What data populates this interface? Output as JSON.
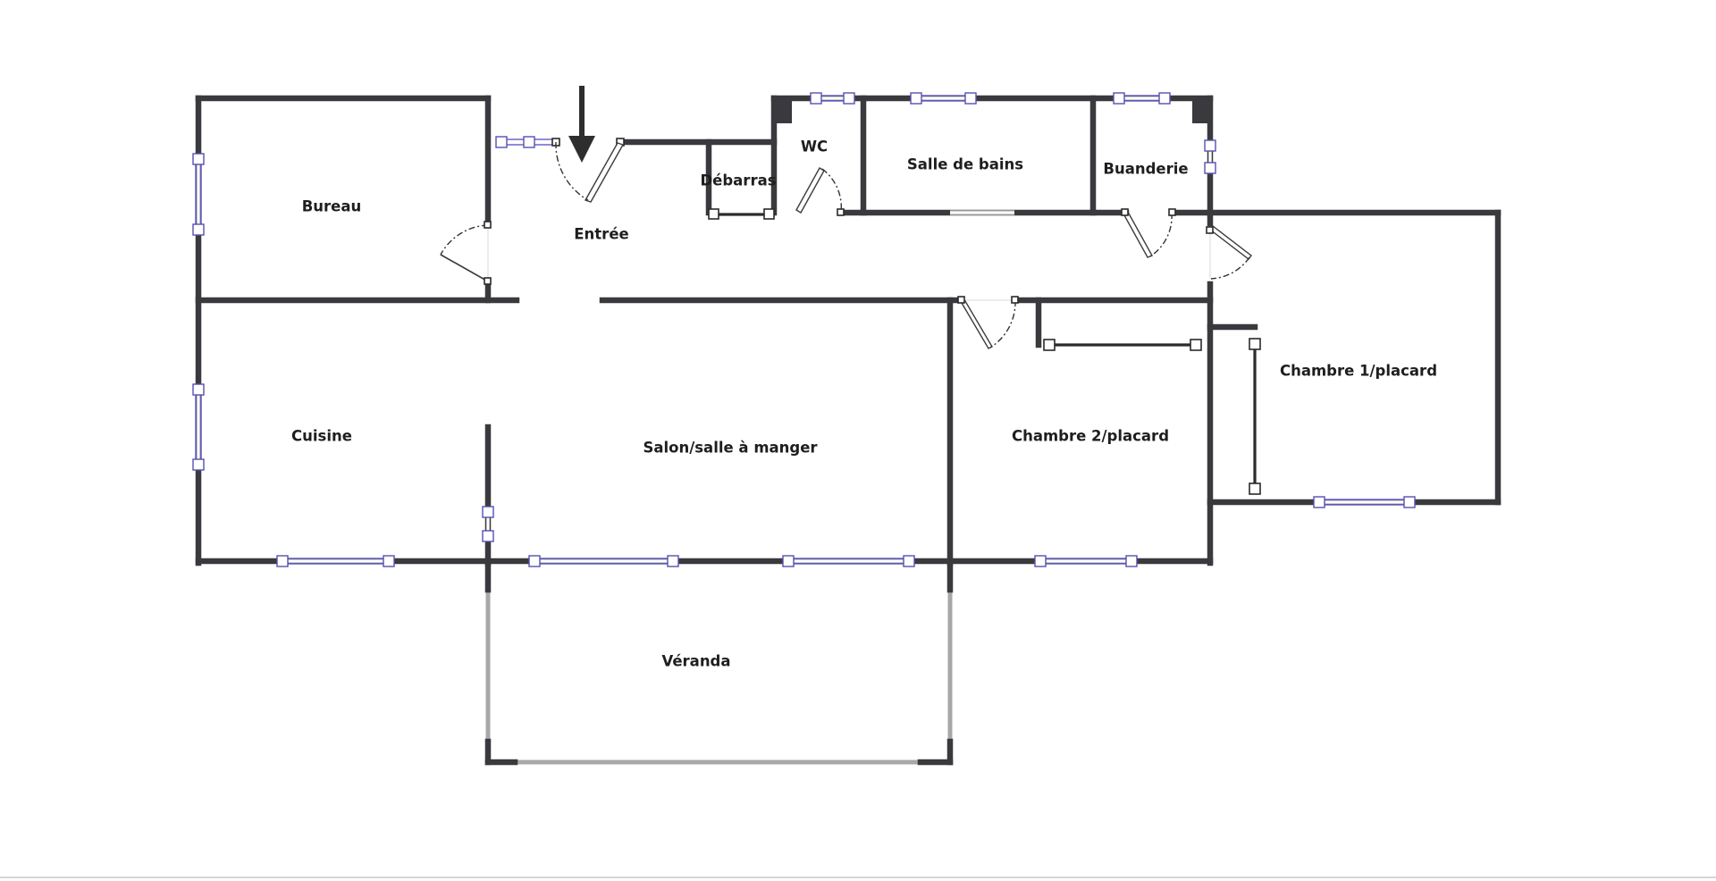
{
  "plan": {
    "rooms": {
      "bureau": "Bureau",
      "entree": "Entrée",
      "debarras": "Débarras",
      "wc": "WC",
      "salle_de_bains": "Salle de bains",
      "buanderie": "Buanderie",
      "cuisine": "Cuisine",
      "salon": "Salon/salle à manger",
      "chambre1": "Chambre 1/placard",
      "chambre2": "Chambre 2/placard",
      "veranda": "Véranda"
    },
    "colors": {
      "wall": "#3a3a3e",
      "window": "#6b66c9",
      "background": "#ffffff"
    },
    "icons": {
      "entrance": "entrance-arrow-icon"
    }
  }
}
